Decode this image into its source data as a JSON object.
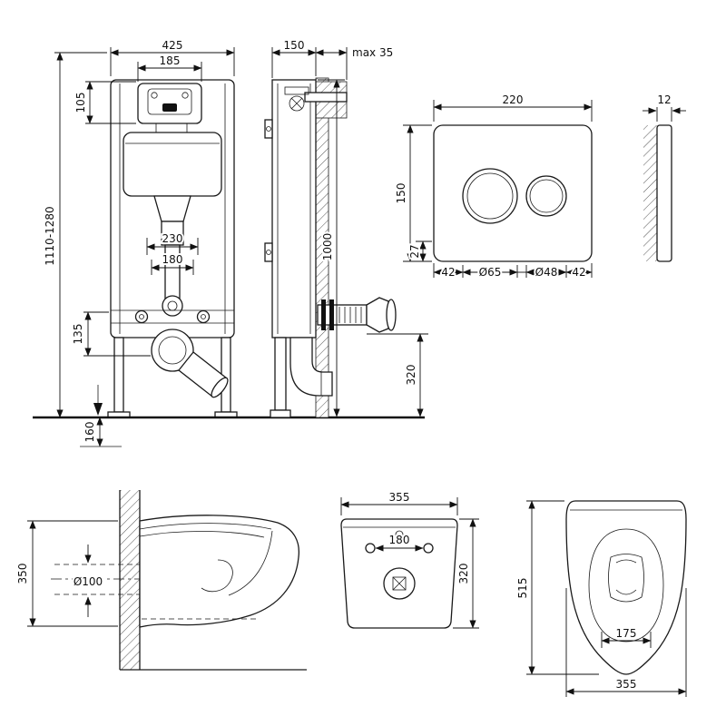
{
  "colors": {
    "background": "#ffffff",
    "line": "#1a1a1a"
  },
  "views": {
    "frame_front": {
      "width": "425",
      "inner_width": "185",
      "top_height": "105",
      "height_range": "1110-1280",
      "pipe_width": "230",
      "outlet_width": "180",
      "bottom_height": "135",
      "floor_depth": "160"
    },
    "frame_side": {
      "depth": "150",
      "wall_max": "max 35",
      "height": "1000",
      "outlet_height": "320"
    },
    "flush_plate": {
      "width": "220",
      "height": "150",
      "bottom_offset": "27",
      "left_margin": "42",
      "big_button": "Ø65",
      "small_button": "Ø48",
      "right_margin": "42",
      "thickness": "12"
    },
    "bowl_side": {
      "height": "350",
      "drain": "Ø100"
    },
    "bowl_back": {
      "width": "355",
      "holes": "180",
      "height": "320"
    },
    "bowl_top": {
      "length": "515",
      "seat_width": "175",
      "width": "355"
    }
  }
}
